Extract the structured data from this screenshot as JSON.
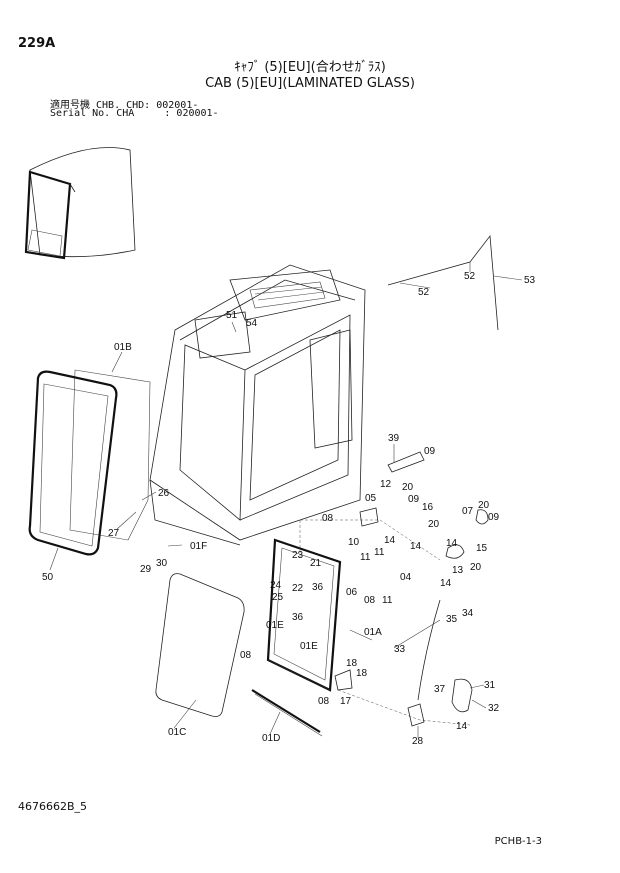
{
  "header": {
    "page_number": "229A",
    "title_jp": "ｷｬﾌﾞ (5)[EU](合わせｶﾞﾗｽ)",
    "title_en": "CAB (5)[EU](LAMINATED GLASS)",
    "serial_line_1": "適用号機 CHB. CHD: 002001-",
    "serial_line_2": "Serial No. CHA     : 020001-"
  },
  "footer": {
    "drawing_ref": "4676662B_5",
    "page_ref": "PCHB-1-3"
  },
  "callouts": [
    "01B",
    "50",
    "26",
    "27",
    "29",
    "30",
    "01F",
    "51",
    "54",
    "52",
    "52",
    "53",
    "39",
    "09",
    "12",
    "20",
    "05",
    "09",
    "16",
    "20",
    "08",
    "10",
    "14",
    "11",
    "14",
    "07",
    "20",
    "09",
    "14",
    "15",
    "13",
    "20",
    "04",
    "11",
    "14",
    "23",
    "21",
    "24",
    "22",
    "25",
    "36",
    "06",
    "08",
    "11",
    "35",
    "34",
    "01E",
    "08",
    "36",
    "01A",
    "01E",
    "33",
    "18",
    "18",
    "08",
    "17",
    "37",
    "31",
    "32",
    "14",
    "28",
    "01C",
    "01D"
  ]
}
